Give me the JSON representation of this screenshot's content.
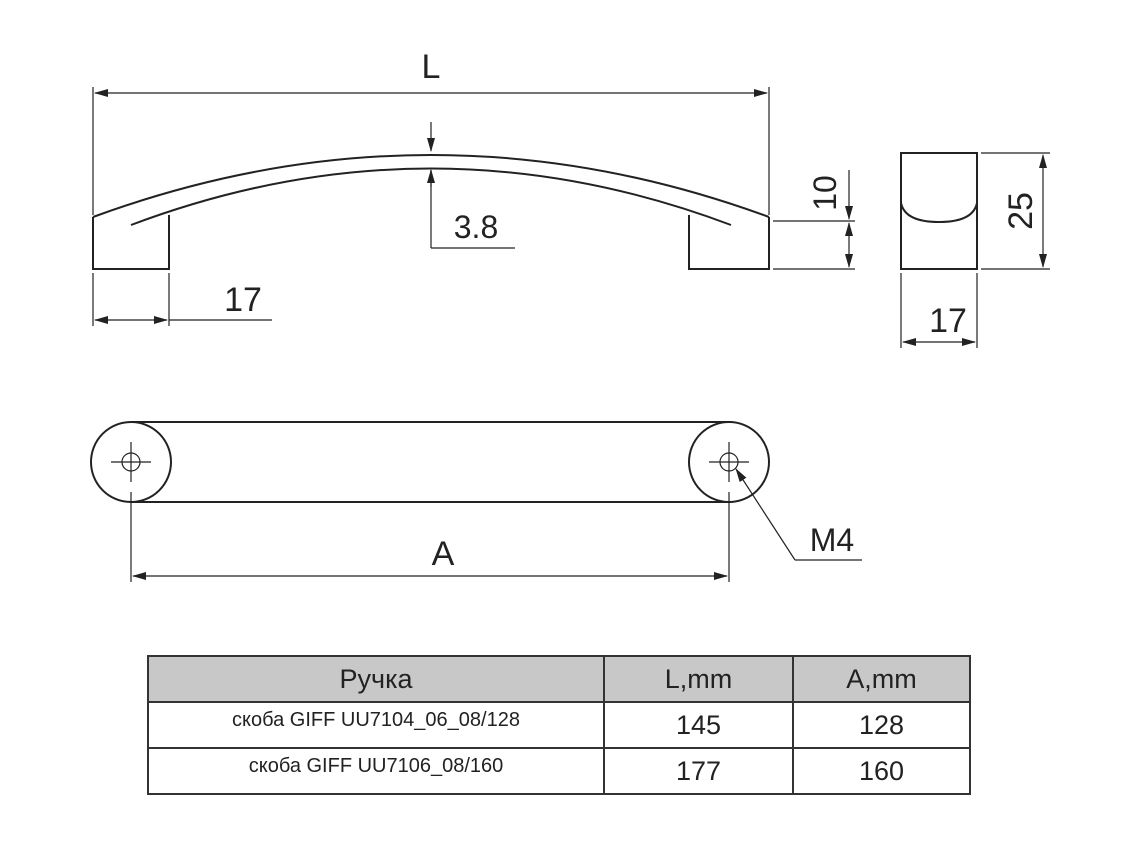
{
  "drawing": {
    "dimension_labels": {
      "length": "L",
      "arc_height": "3.8",
      "end_offset": "17",
      "end_thickness": "10",
      "height": "25",
      "width": "17",
      "hole_spacing": "A",
      "thread": "M4"
    }
  },
  "table": {
    "headers": [
      "Ручка",
      "L,mm",
      "A,mm"
    ],
    "rows": [
      {
        "name": "скоба GIFF UU7104_06_08/128",
        "L": "145",
        "A": "128"
      },
      {
        "name": "скоба GIFF UU7106_08/160",
        "L": "177",
        "A": "160"
      }
    ]
  },
  "colors": {
    "line": "#222222",
    "header_background": "#c8c8c8"
  }
}
